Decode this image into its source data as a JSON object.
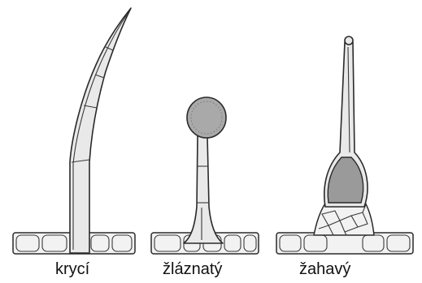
{
  "labels": {
    "covering": "krycí",
    "glandular": "žláznatý",
    "stinging": "žahavý"
  },
  "colors": {
    "outline": "#2a2a2a",
    "cell_fill": "#f2f2f2",
    "gland_fill": "#a9a9a9"
  }
}
